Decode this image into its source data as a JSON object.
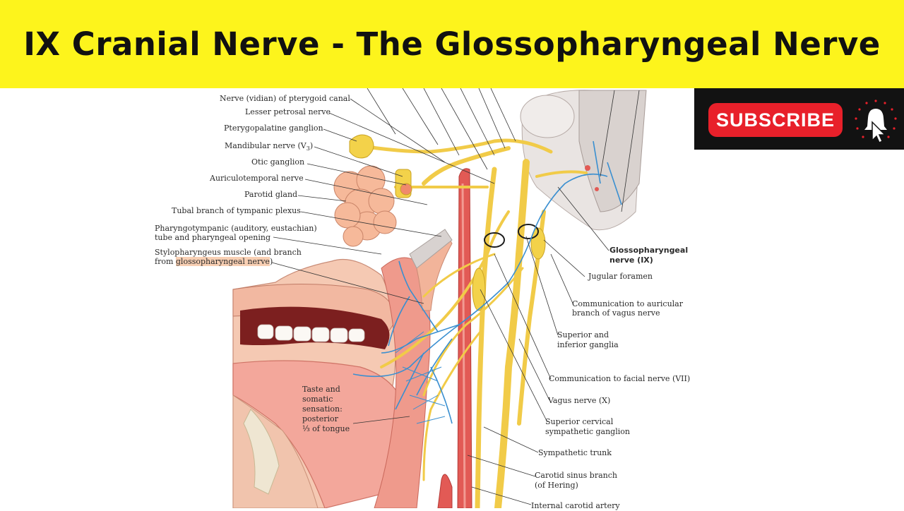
{
  "title": "IX Cranial Nerve - The Glossopharyngeal Nerve",
  "subscribe": {
    "label": "SUBSCRIBE",
    "icon": "bell-icon"
  },
  "colors": {
    "banner": "#fdf41c",
    "subscribe_bg": "#121212",
    "subscribe_button": "#e8202a",
    "nerve": "#f3cf4a",
    "artery": "#e0474c",
    "sensory": "#3a8fd0",
    "tissue": "#f2b49a"
  },
  "labels_left": {
    "l1": "Nerve (vidian) of pterygoid canal",
    "l2": "Lesser petrosal nerve",
    "l3": "Pterygopalatine ganglion",
    "l4": "Mandibular nerve (V",
    "l4_sub": "3",
    "l4_end": ")",
    "l5": "Otic ganglion",
    "l6": "Auriculotemporal nerve",
    "l7": "Parotid gland",
    "l8": "Tubal branch of tympanic plexus",
    "l9a": "Pharyngotympanic (auditory, eustachian)",
    "l9b": "tube and pharyngeal opening",
    "l10a": "Stylopharyngeus muscle (and branch",
    "l10b_pre": "from ",
    "l10b_hl": "glossopharyngeal nerve",
    "l10b_post": ")"
  },
  "labels_right": {
    "r1a": "Glossopharyngeal",
    "r1b": "nerve (IX)",
    "r2": "Jugular foramen",
    "r3a": "Communication to auricular",
    "r3b": "branch of vagus nerve",
    "r4a": "Superior and",
    "r4b": "inferior ganglia",
    "r5": "Communication to facial nerve (VII)",
    "r6": "Vagus nerve (X)",
    "r7a": "Superior cervical",
    "r7b": "sympathetic ganglion",
    "r8": "Sympathetic trunk",
    "r9a": "Carotid sinus branch",
    "r9b": "(of Hering)",
    "r10": "Internal carotid artery"
  },
  "labels_inner": {
    "t1": "Taste and",
    "t2": "somatic",
    "t3": "sensation:",
    "t4": "posterior",
    "t5": "⅓ of tongue"
  }
}
